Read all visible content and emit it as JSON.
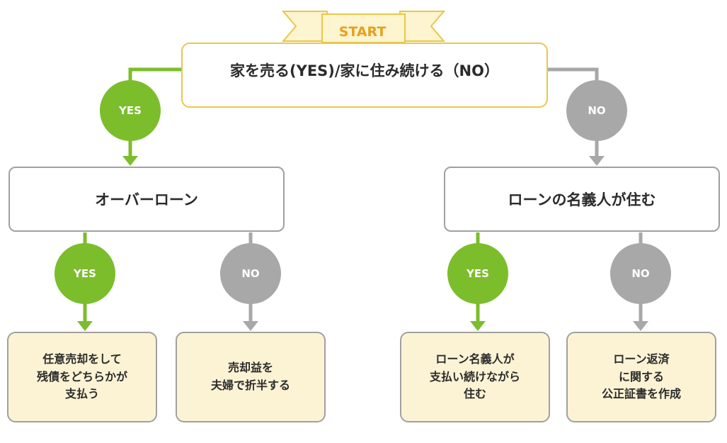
{
  "start_label": "START",
  "top_question": "家を売る(YES)/家に住み続ける（NO）",
  "left_question": "オーバーローン",
  "right_question": "ローンの名義人が住む",
  "answers": {
    "yes": "YES",
    "no": "NO"
  },
  "results": [
    "任意売却をして\n残債をどちらかが\n支払う",
    "売却益を\n夫婦で折半する",
    "ローン名義人が\n支払い続けながら\n住む",
    "ローン返済\nに関する\n公正証書を作成"
  ],
  "colors": {
    "yes": "#7cbd2c",
    "no": "#a8a8a8",
    "start_border": "#e8c84a",
    "start_text": "#e6a11d",
    "result_fill": "#fcf3d4"
  }
}
